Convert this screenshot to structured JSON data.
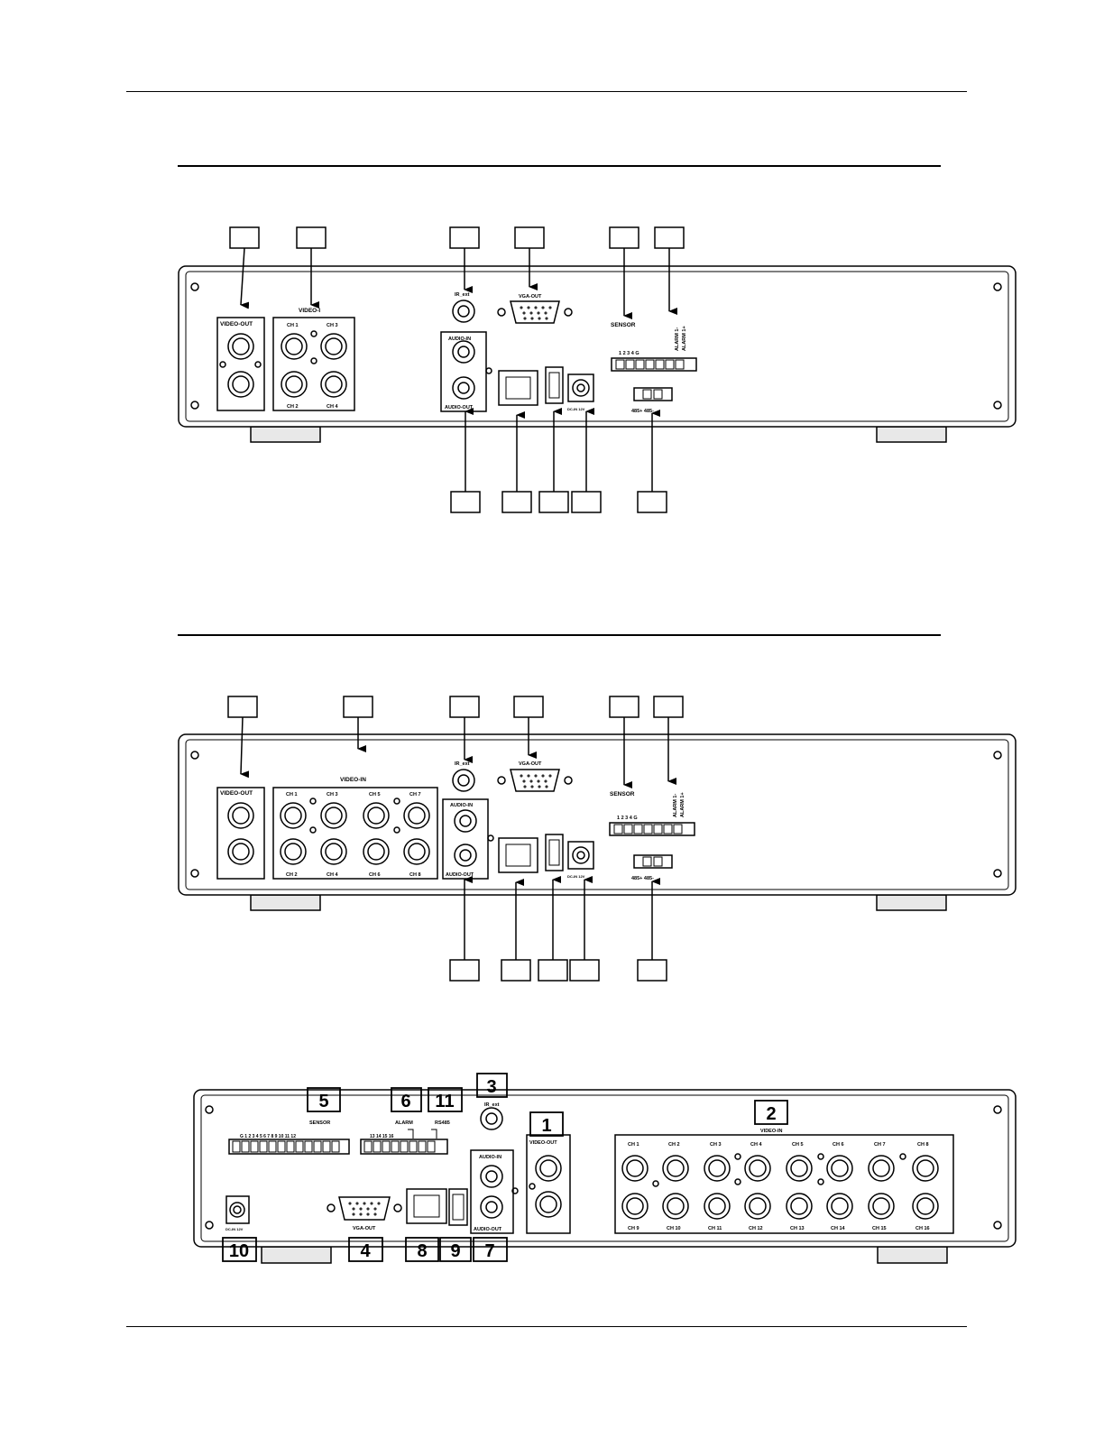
{
  "panel_4ch": {
    "video_out": "VIDEO-OUT",
    "video_in": "VIDEO-I",
    "ch": [
      "CH 1",
      "CH 3",
      "CH 2",
      "CH 4"
    ],
    "ir_ext": "IR_ext",
    "vga_out": "VGA-OUT",
    "audio_in": "AUDIO-IN",
    "audio_out": "AUDIO-OUT",
    "sensor": "SENSOR",
    "sensor_pins": "1 2 3 4 G",
    "alarm1": "ALARM 1-",
    "alarm2": "ALARM 1+",
    "dc_in": "DC-IN 12V",
    "rs485": "485+   485-"
  },
  "panel_8ch": {
    "video_out": "VIDEO-OUT",
    "video_in": "VIDEO-IN",
    "ch": [
      "CH 1",
      "CH 3",
      "CH 5",
      "CH 7",
      "CH 2",
      "CH 4",
      "CH 6",
      "CH 8"
    ],
    "ir_ext": "IR_ext",
    "vga_out": "VGA-OUT",
    "audio_in": "AUDIO-IN",
    "audio_out": "AUDIO-OUT",
    "sensor": "SENSOR",
    "sensor_pins": "1 2 3 4 G",
    "alarm1": "ALARM 1-",
    "alarm2": "ALARM 1+",
    "dc_in": "DC-IN 12V",
    "rs485": "485+   485-"
  },
  "panel_16ch": {
    "sensor": "SENSOR",
    "sensor_pins": "G  1  2  3  4  5  6  7  8  9  10 11 12",
    "alarm": "ALARM",
    "rs485": "RS485",
    "alarm_pins": "13 14 15 16",
    "ir_ext": "IR_ext",
    "video_out": "VIDEO-OUT",
    "video_in": "VIDEO-IN",
    "audio_in": "AUDIO-IN",
    "audio_out": "AUDIO-OUT",
    "vga_out": "VGA-OUT",
    "dc_in": "DC-IN 12V",
    "ch_top": [
      "CH 1",
      "CH 2",
      "CH 3",
      "CH 4",
      "CH 5",
      "CH 6",
      "CH 7",
      "CH 8"
    ],
    "ch_bottom": [
      "CH 9",
      "CH 10",
      "CH 11",
      "CH 12",
      "CH 13",
      "CH 14",
      "CH 15",
      "CH 16"
    ],
    "callouts": {
      "sensor": "5",
      "alarm": "6",
      "rs485": "11",
      "ir": "3",
      "video_out": "1",
      "video_in": "2",
      "dc": "10",
      "vga": "4",
      "lan": "8",
      "usb": "9",
      "audio": "7"
    }
  }
}
